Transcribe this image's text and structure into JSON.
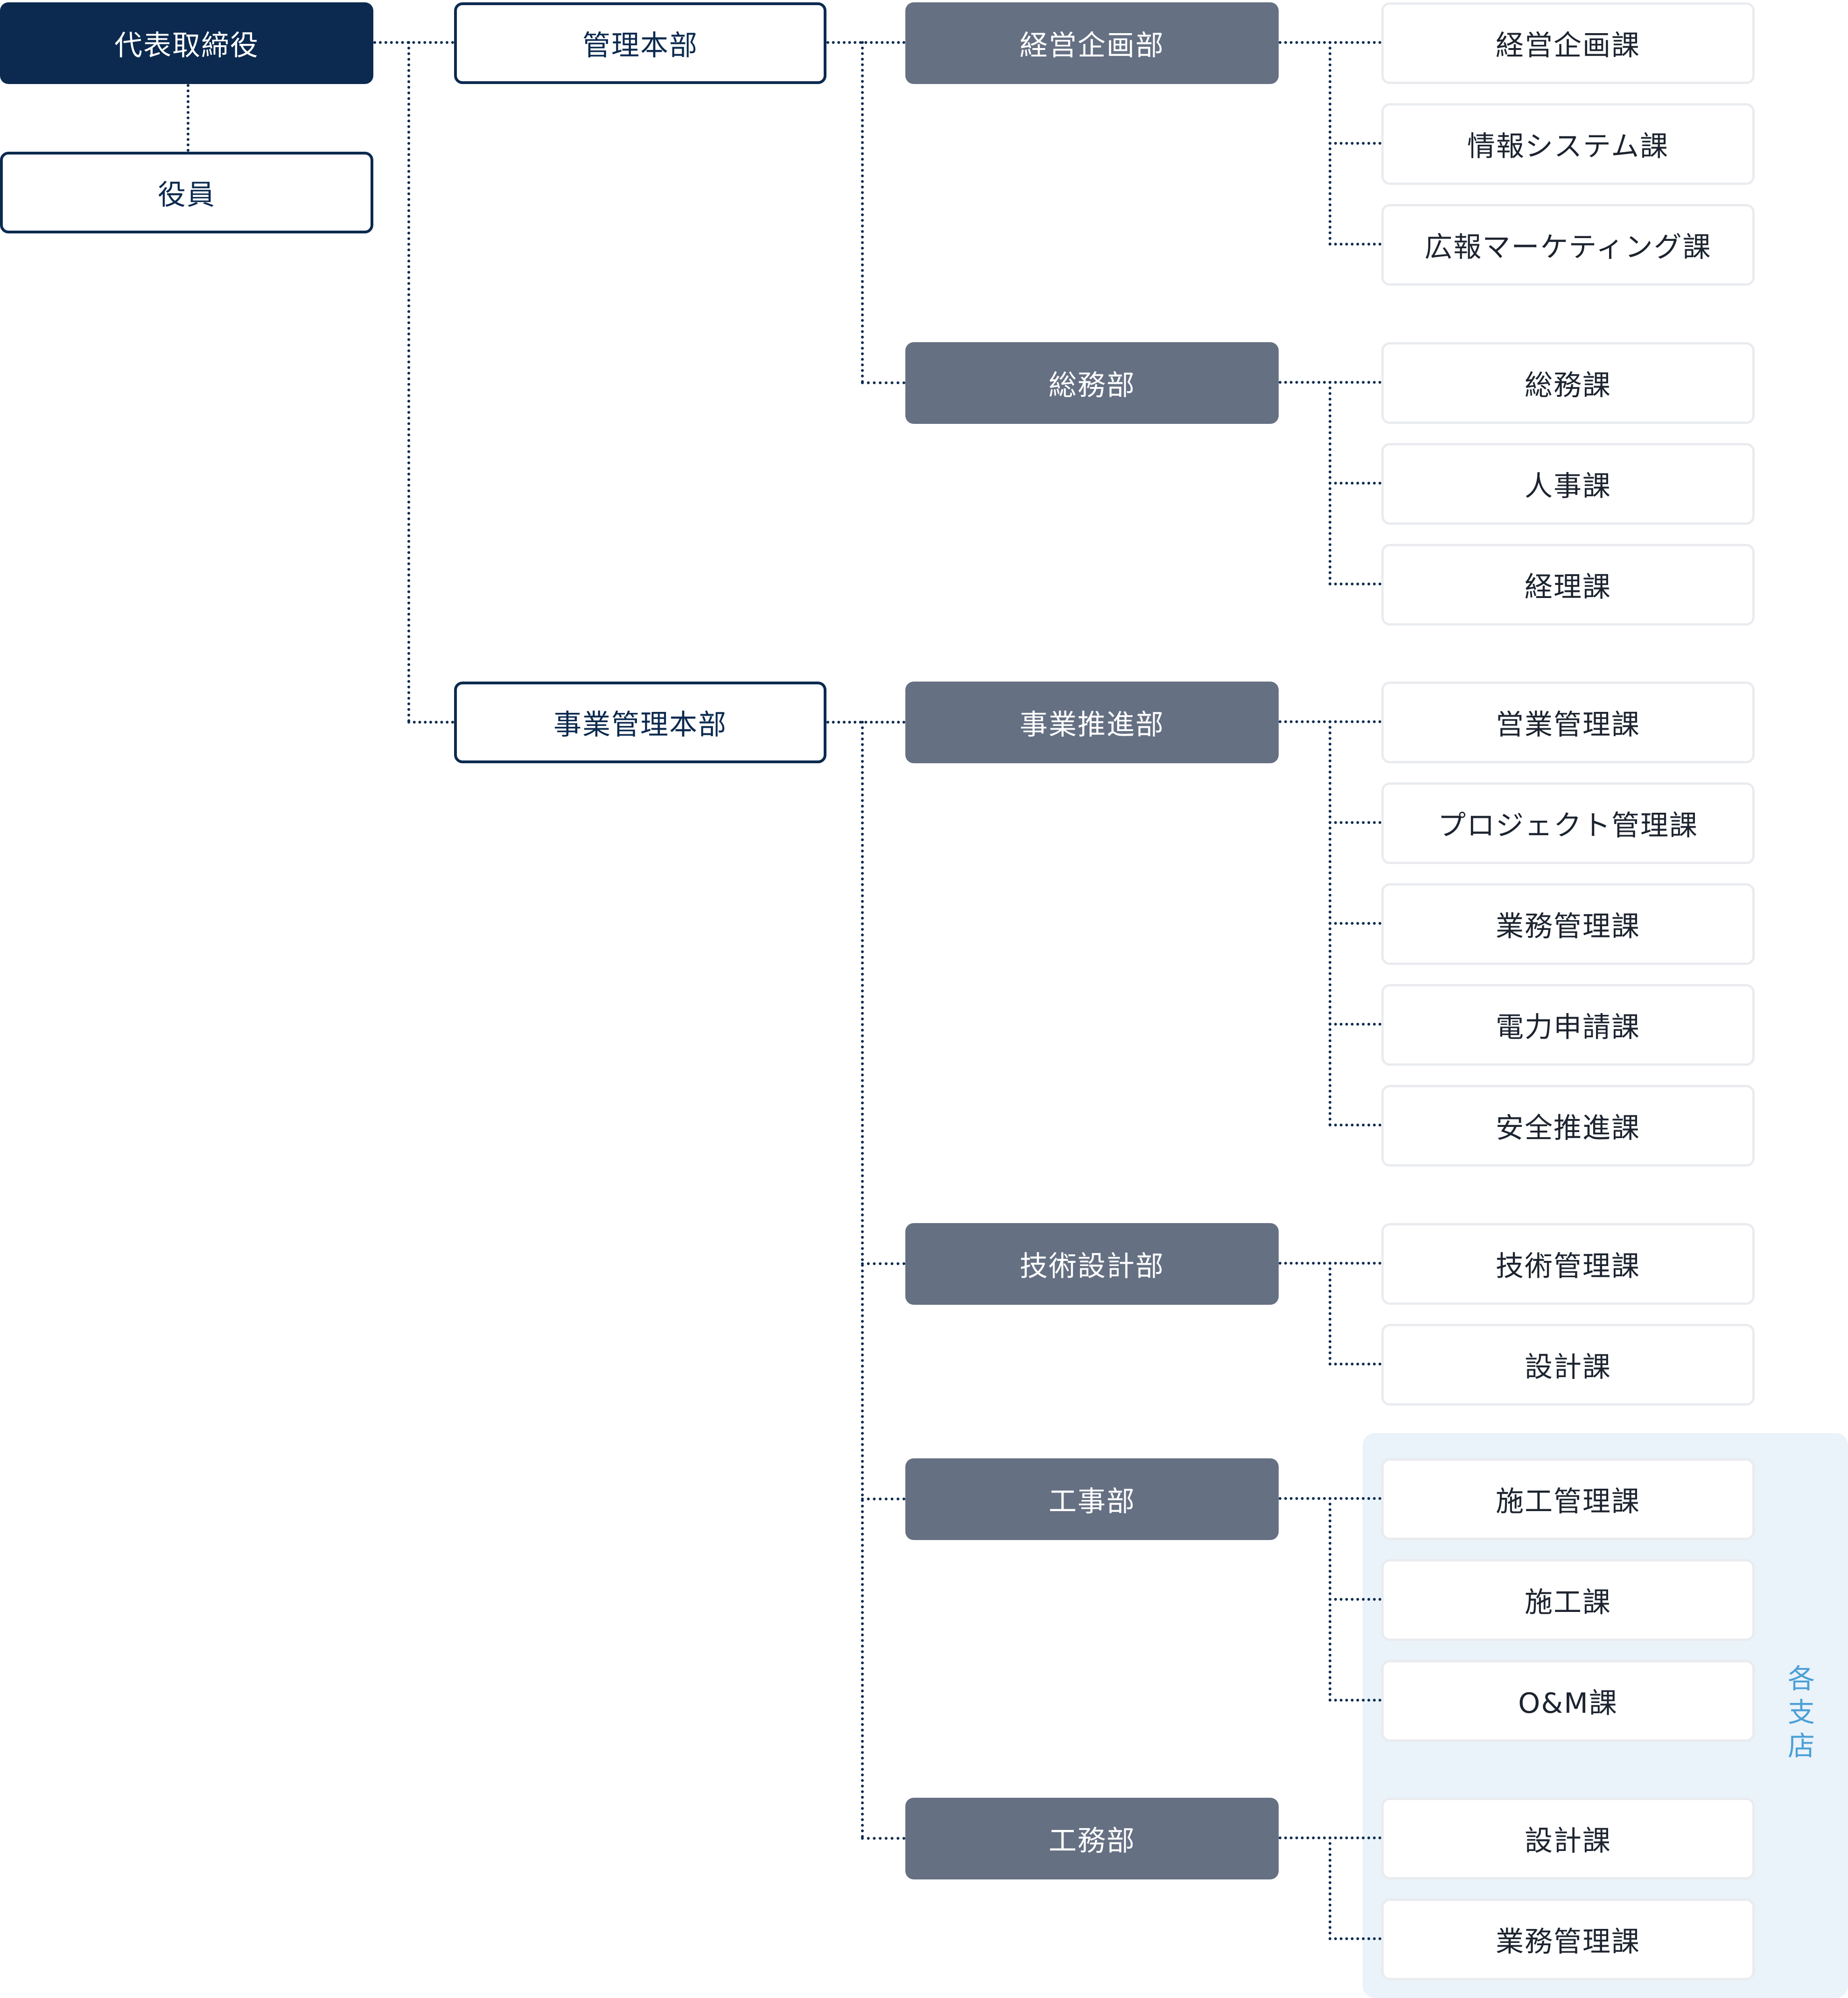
{
  "org": {
    "executive": {
      "ceo": "代表取締役",
      "officers": "役員"
    },
    "divisions": [
      {
        "name": "管理本部",
        "departments": [
          {
            "name": "経営企画部",
            "sections": [
              "経営企画課",
              "情報システム課",
              "広報マーケティング課"
            ]
          },
          {
            "name": "総務部",
            "sections": [
              "総務課",
              "人事課",
              "経理課"
            ]
          }
        ]
      },
      {
        "name": "事業管理本部",
        "departments": [
          {
            "name": "事業推進部",
            "sections": [
              "営業管理課",
              "プロジェクト管理課",
              "業務管理課",
              "電力申請課",
              "安全推進課"
            ]
          },
          {
            "name": "技術設計部",
            "sections": [
              "技術管理課",
              "設計課"
            ]
          },
          {
            "name": "工事部",
            "sections": [
              "施工管理課",
              "施工課",
              "O&M課"
            ]
          },
          {
            "name": "工務部",
            "sections": [
              "設計課",
              "業務管理課"
            ]
          }
        ]
      }
    ],
    "branch_label": [
      "各",
      "支",
      "店"
    ]
  },
  "colors": {
    "executive_navy": "#0c2a4f",
    "department_gray": "#667083",
    "section_border": "#e9ebef",
    "branch_background": "#eaf2fa",
    "branch_label": "#4a9fd6"
  }
}
